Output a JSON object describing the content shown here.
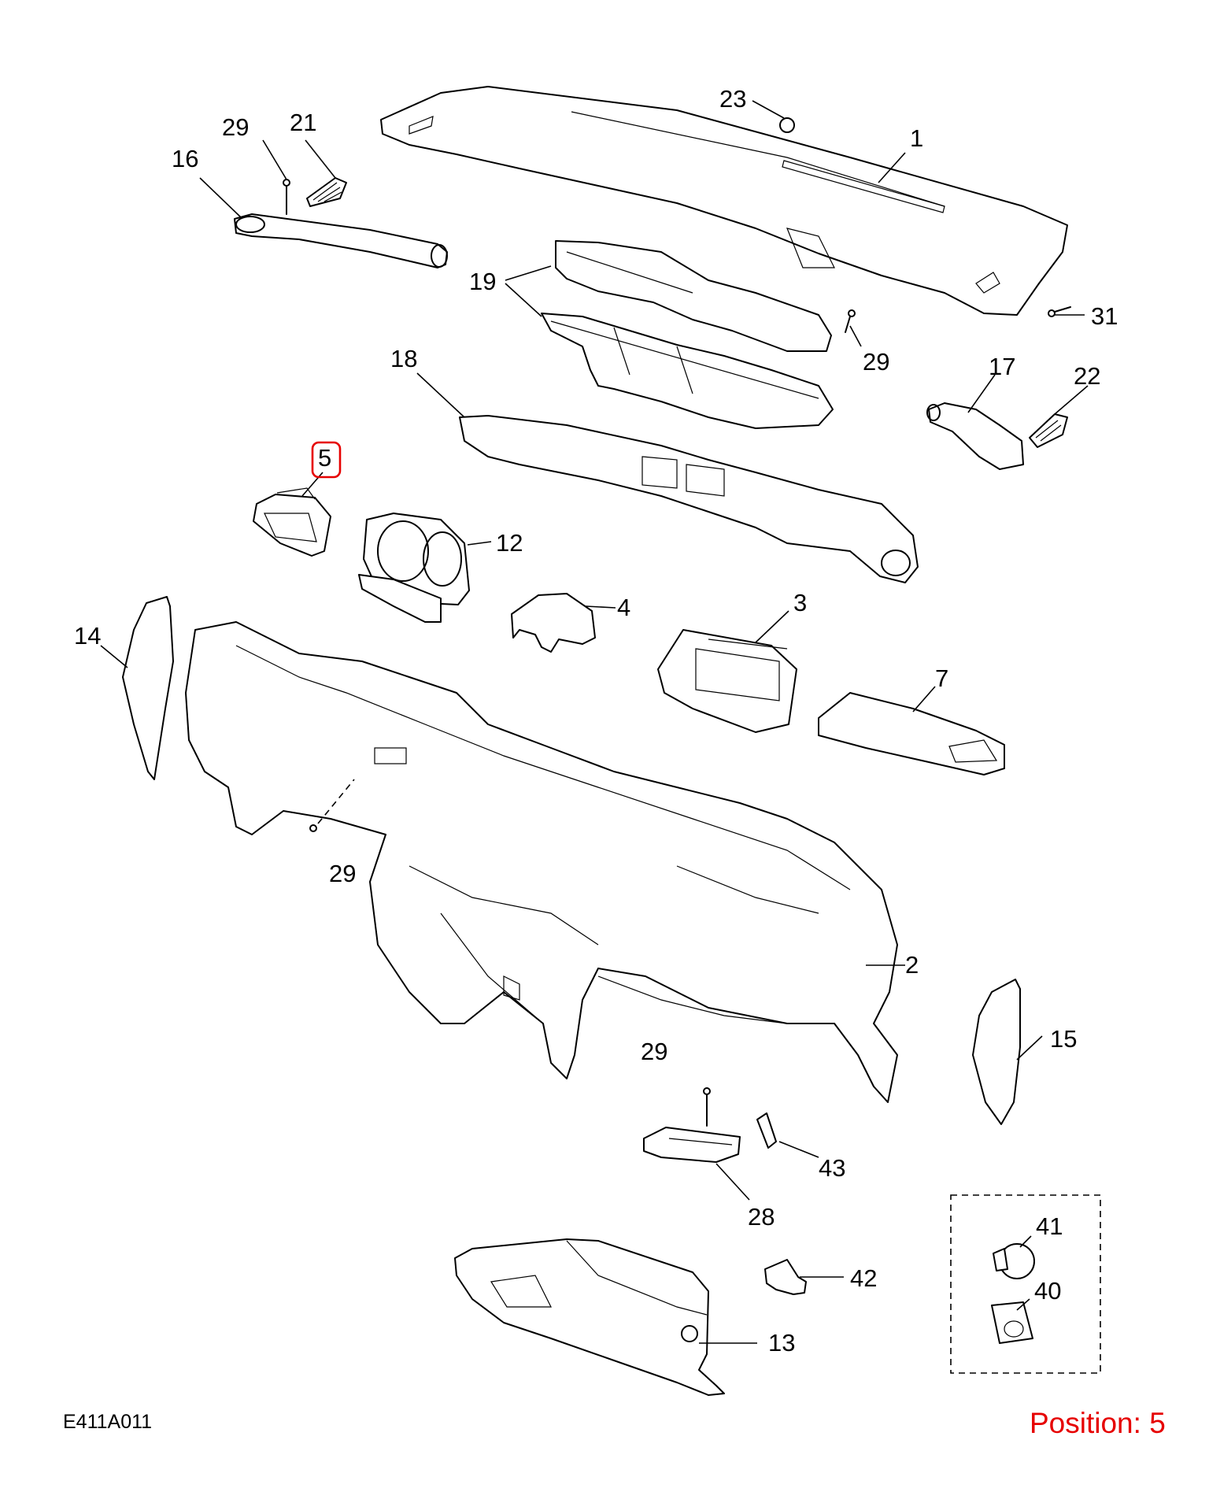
{
  "diagram": {
    "code": "E411A011",
    "position_label": "Position: 5",
    "highlighted_part": "5",
    "colors": {
      "line": "#000000",
      "highlight": "#e60000",
      "background": "#ffffff"
    },
    "callouts": [
      "23",
      "1",
      "29",
      "21",
      "16",
      "19",
      "31",
      "29",
      "18",
      "17",
      "22",
      "5",
      "12",
      "4",
      "3",
      "14",
      "7",
      "29",
      "2",
      "15",
      "29",
      "43",
      "28",
      "41",
      "40",
      "42",
      "13"
    ]
  }
}
